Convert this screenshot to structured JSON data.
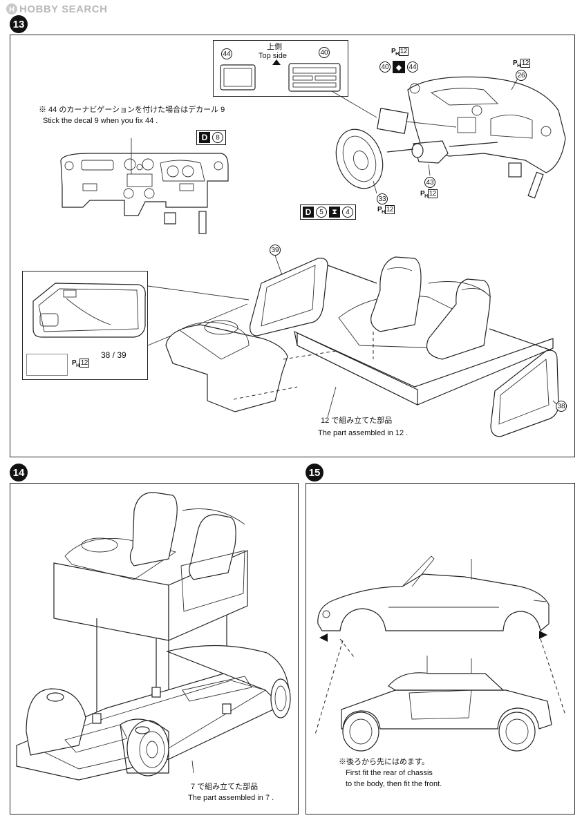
{
  "watermark": "HOBBY SEARCH",
  "step13": {
    "number": "13",
    "top_side_jp": "上側",
    "top_side_en": "Top side",
    "part_44": "44",
    "part_40": "40",
    "part_26": "26",
    "part_33": "33",
    "part_43": "43",
    "part_39": "39",
    "part_38": "38",
    "part_38_39": "38 / 39",
    "ph_label": "P",
    "ph_sub": "H",
    "ph_num": "12",
    "note_jp": "※ 44 のカーナビゲーションを付けた場合はデカール 9",
    "note_en": "Stick the decal 9 when you fix 44 .",
    "decal_d": "D",
    "decal_8": "8",
    "decal_5": "5",
    "decal_4": "4",
    "assembled_jp": "12 で組み立てた部品",
    "assembled_en": "The part assembled in 12 ."
  },
  "step14": {
    "number": "14",
    "assembled_jp": "7 で組み立てた部品",
    "assembled_en": "The part assembled in 7 ."
  },
  "step15": {
    "number": "15",
    "note_jp": "※後ろから先にはめます。",
    "note_en_1": "First fit the rear of chassis",
    "note_en_2": "to the body, then fit the front."
  }
}
